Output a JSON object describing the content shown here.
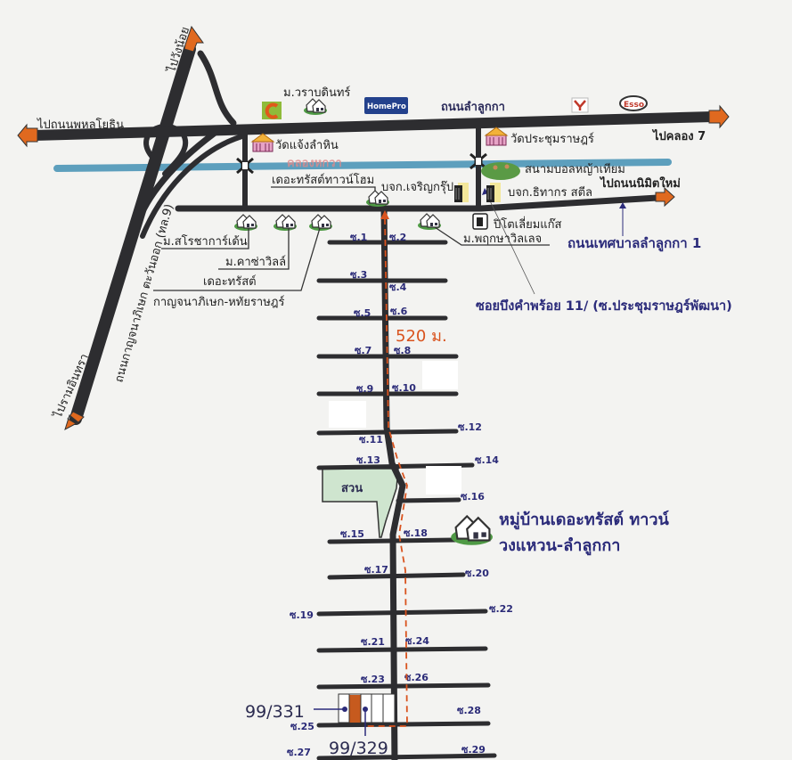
{
  "roads": {
    "main_road": "ถนนลำลูกกา",
    "to_phahonyothin": "ไปถนนพหลโยธิน",
    "to_khlong7": "ไปคลอง 7",
    "to_wangnoi": "ไปวังน้อย",
    "to_ramintra": "ไปรามอินทรา",
    "highway": "ถนนกาญจนาภิเษก ตะวันออก (ทล.9)",
    "canal": "คลองหกวา",
    "to_nimitmai": "ไปถนนนิมิตใหม่",
    "tessaban_road": "ถนนเทศบาลลำลูกกา 1",
    "soi_main": "ซอยบึงคำพร้อย 11/ (ซ.ประชุมราษฎร์พัฒนา)"
  },
  "landmarks": {
    "waraburin": "ม.วราบดินทร์",
    "wat_chaeng": "วัดแจ้งลำหิน",
    "wat_prachum": "วัดประชุมราษฎร์",
    "trust_townhome": "เดอะทรัสต์ทาวน์โฮม",
    "charoen_group": "บจก.เจริญกรุ๊ป",
    "football_field": "สนามบอลหญ้าเทียม",
    "thitakorn_steel": "บจก.ธิทากร สตีล",
    "gas_station": "ปิโตเลี่ยมแก๊ส",
    "pruksa_village": "ม.พฤกษาวิลเลจ",
    "sarocha_garden": "ม.สโรชาการ์เด้น",
    "casa_ville": "ม.คาซ่าวิลล์",
    "the_trust": "เดอะทรัสต์",
    "kanchana_hathai": "กาญจนาภิเษก-หทัยราษฎร์",
    "garden": "สวน",
    "village_line1": "หมู่บ้านเดอะทรัสต์ ทาวน์",
    "village_line2": "วงแหวน-ลำลูกกา"
  },
  "logos": {
    "homepro": "HomePro",
    "esso": "Esso"
  },
  "route": {
    "distance": "520 ม.",
    "color": "#d9531e"
  },
  "houses": {
    "a": "99/331",
    "b": "99/329"
  },
  "sois": [
    "ซ.1",
    "ซ.2",
    "ซ.3",
    "ซ.4",
    "ซ.5",
    "ซ.6",
    "ซ.7",
    "ซ.8",
    "ซ.9",
    "ซ.10",
    "ซ.11",
    "ซ.12",
    "ซ.13",
    "ซ.14",
    "ซ.15",
    "ซ.16",
    "ซ.17",
    "ซ.18",
    "ซ.19",
    "ซ.20",
    "ซ.21",
    "ซ.22",
    "ซ.23",
    "ซ.24",
    "ซ.25",
    "ซ.26",
    "ซ.27",
    "ซ.28",
    "ซ.29"
  ],
  "colors": {
    "road": "#2d2d30",
    "canal": "#5d9fbd",
    "arrow": "#e0691f",
    "label_blue": "#2b2b7a",
    "garden": "#cfe5cf"
  }
}
